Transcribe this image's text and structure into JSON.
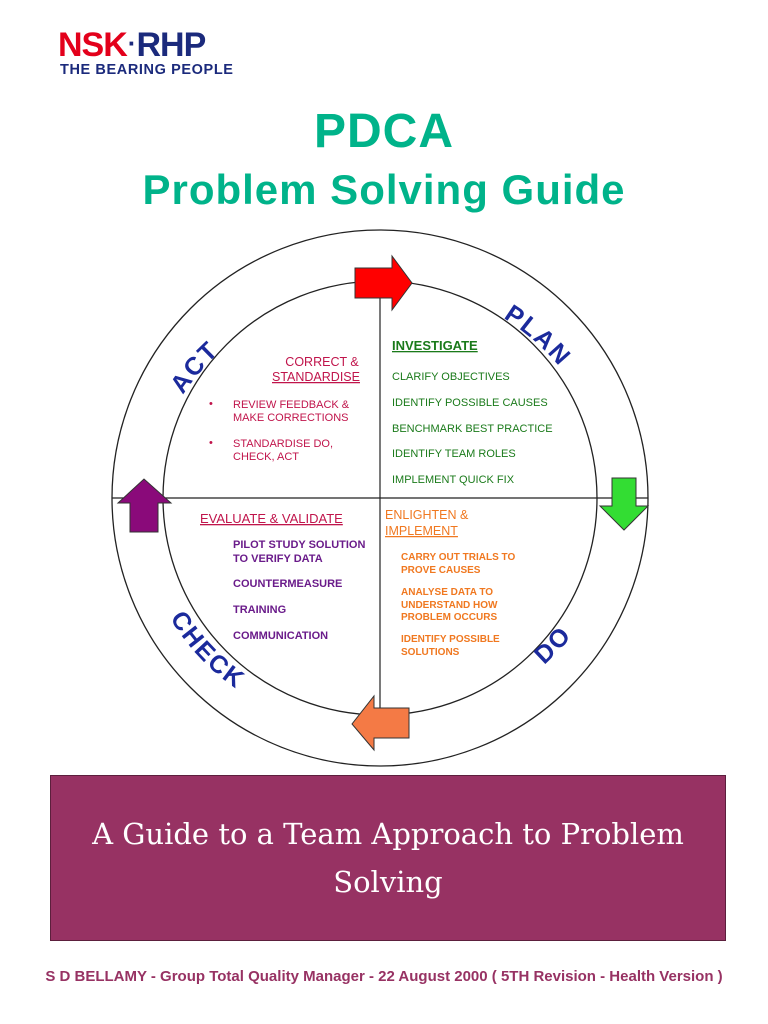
{
  "brand": {
    "name_left": "NSK",
    "separator": "·",
    "name_right": "RHP",
    "tagline": "THE BEARING PEOPLE"
  },
  "title": {
    "line1": "PDCA",
    "line2": "Problem Solving Guide"
  },
  "cycle": {
    "phases": {
      "plan": "PLAN",
      "do": "DO",
      "check": "CHECK",
      "act": "ACT"
    },
    "quadrants": {
      "plan": {
        "heading": "INVESTIGATE",
        "items": [
          "CLARIFY OBJECTIVES",
          "IDENTIFY POSSIBLE CAUSES",
          "BENCHMARK BEST PRACTICE",
          "IDENTIFY TEAM ROLES",
          "IMPLEMENT QUICK FIX"
        ]
      },
      "act": {
        "heading_line1": "CORRECT &",
        "heading_line2": "STANDARDISE",
        "bullets": [
          {
            "line1": "REVIEW FEEDBACK &",
            "line2": "MAKE CORRECTIONS"
          },
          {
            "line1": "STANDARDISE DO,",
            "line2": "CHECK, ACT"
          }
        ]
      },
      "check": {
        "heading": "EVALUATE & VALIDATE",
        "item1_line1": "PILOT STUDY SOLUTION",
        "item1_line2": "TO VERIFY DATA",
        "item2": "COUNTERMEASURE",
        "item3": "TRAINING",
        "item4": "COMMUNICATION"
      },
      "do": {
        "heading_line1": "ENLIGHTEN &",
        "heading_line2": "IMPLEMENT",
        "item1_line1": "CARRY OUT TRIALS TO",
        "item1_line2": "PROVE CAUSES",
        "item2_line1": "ANALYSE DATA TO",
        "item2_line2": "UNDERSTAND HOW",
        "item2_line3": "PROBLEM OCCURS",
        "item3_line1": "IDENTIFY POSSIBLE",
        "item3_line2": "SOLUTIONS"
      }
    },
    "colors": {
      "phase_text": "#1b2a9c",
      "plan_quadrant": "#1a7a1a",
      "act_quadrant": "#c0144b",
      "check_quadrant": "#6a1b8a",
      "do_quadrant": "#f07820",
      "arrow_top": "#ff0000",
      "arrow_right": "#33dd33",
      "arrow_bottom": "#f47a45",
      "arrow_left": "#8a0a7a"
    }
  },
  "banner": {
    "text": "A Guide to a Team Approach to Problem Solving"
  },
  "footer": {
    "text": "S D BELLAMY - Group Total Quality Manager -  22 August 2000 ( 5TH Revision - Health Version )"
  }
}
